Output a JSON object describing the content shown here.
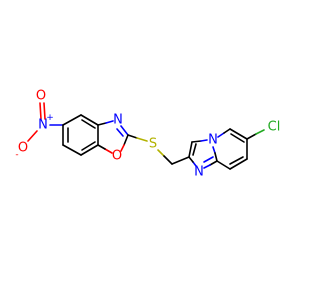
{
  "molecule": {
    "atoms": {
      "nitro_o_top": {
        "symbol": "O",
        "color": "#ff0000"
      },
      "nitro_o_minus": {
        "symbol": "O",
        "charge": "-",
        "color": "#ff0000"
      },
      "nitro_n": {
        "symbol": "N",
        "charge": "+",
        "color": "#0000ff"
      },
      "oxazole_n": {
        "symbol": "N",
        "color": "#0000ff"
      },
      "oxazole_o": {
        "symbol": "O",
        "color": "#ff0000"
      },
      "thioether_s": {
        "symbol": "S",
        "color": "#b2b200"
      },
      "imidazo_n_bridge": {
        "symbol": "N",
        "color": "#0000ff"
      },
      "imidazo_n": {
        "symbol": "N",
        "color": "#0000ff"
      },
      "chlorine": {
        "symbol": "Cl",
        "color": "#22aa22"
      }
    },
    "bond_color": "#000000"
  }
}
